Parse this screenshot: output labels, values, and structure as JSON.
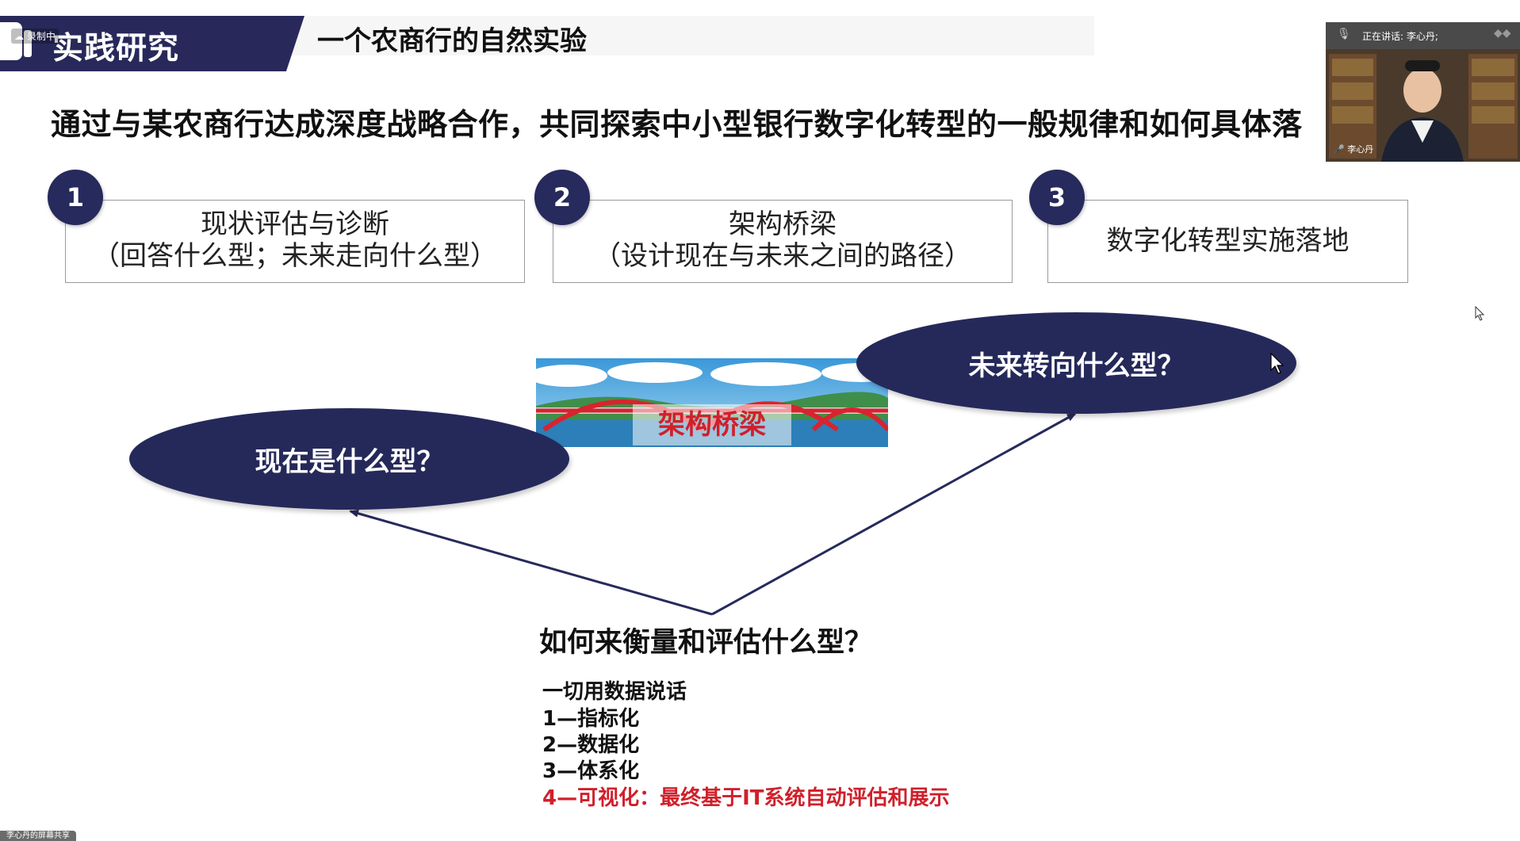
{
  "header": {
    "section": "实践研究",
    "recording_badge": "录制中",
    "title": "一个农商行的自然实验"
  },
  "headline": "通过与某农商行达成深度战略合作，共同探索中小型银行数字化转型的一般规律和如何具体落",
  "steps": [
    {
      "num": "1",
      "line1": "现状评估与诊断",
      "line2": "（回答什么型；未来走向什么型）"
    },
    {
      "num": "2",
      "line1": "架构桥梁",
      "line2": "（设计现在与未来之间的路径）"
    },
    {
      "num": "3",
      "line1": "数字化转型实施落地",
      "line2": ""
    }
  ],
  "diagram": {
    "current": "现在是什么型？",
    "future": "未来转向什么型？",
    "bridge_label": "架构桥梁",
    "question": "如何来衡量和评估什么型？",
    "list": [
      "一切用数据说话",
      "1—指标化",
      "2—数据化",
      "3—体系化",
      "4—可视化：最终基于IT系统自动评估和展示"
    ]
  },
  "video": {
    "speaking": "正在讲话: 李心丹;",
    "name": "李心丹"
  },
  "share_label": "李心丹的屏幕共享",
  "colors": {
    "navy": "#262a5c",
    "red": "#d0202b"
  }
}
